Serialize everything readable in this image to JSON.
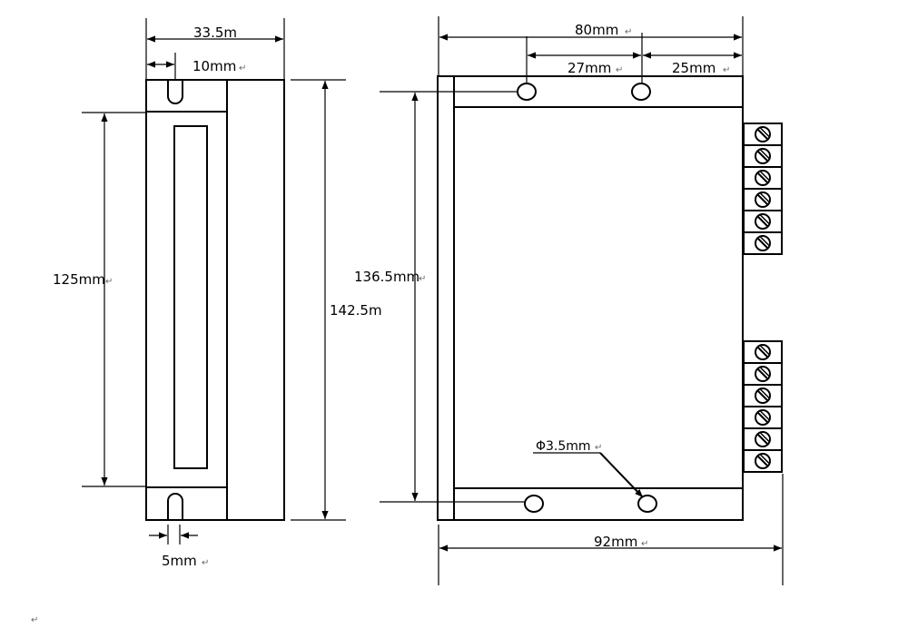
{
  "dimensions": {
    "side_width": "33.5m",
    "slot_offset": "10mm",
    "slot_width": "5mm",
    "inner_height": "125mm",
    "total_height": "142.5m",
    "hole_spacing_vertical": "136.5mm",
    "front_width": "80mm",
    "hole_spacing": "27mm",
    "hole_edge_offset": "25mm",
    "overall_width": "92mm",
    "hole_diameter": "Φ3.5mm"
  },
  "return_mark": "↵",
  "terminal_counts": {
    "upper": 6,
    "lower": 6
  },
  "colors": {
    "line": "#000000",
    "background": "#ffffff"
  }
}
